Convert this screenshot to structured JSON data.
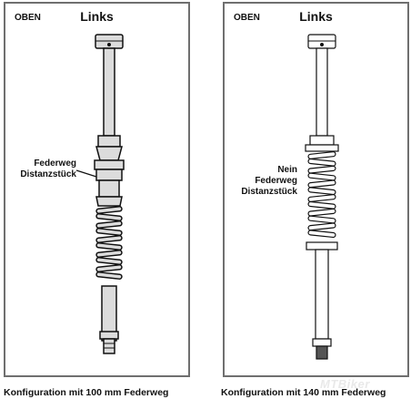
{
  "panels": [
    {
      "top_label": "OBEN",
      "side_label": "Links",
      "callout": [
        "Federweg",
        "Distanzstück"
      ],
      "caption": "Konfiguration mit 100 mm Federweg"
    },
    {
      "top_label": "OBEN",
      "side_label": "Links",
      "callout": [
        "Nein",
        "Federweg",
        "Distanzstück"
      ],
      "caption": "Konfiguration mit 140 mm Federweg"
    }
  ],
  "watermark": "MTBiker",
  "colors": {
    "frame": "#6f6f6f",
    "ink": "#111111",
    "left_fill": "#dcdcdc",
    "right_fill": "#ffffff"
  }
}
